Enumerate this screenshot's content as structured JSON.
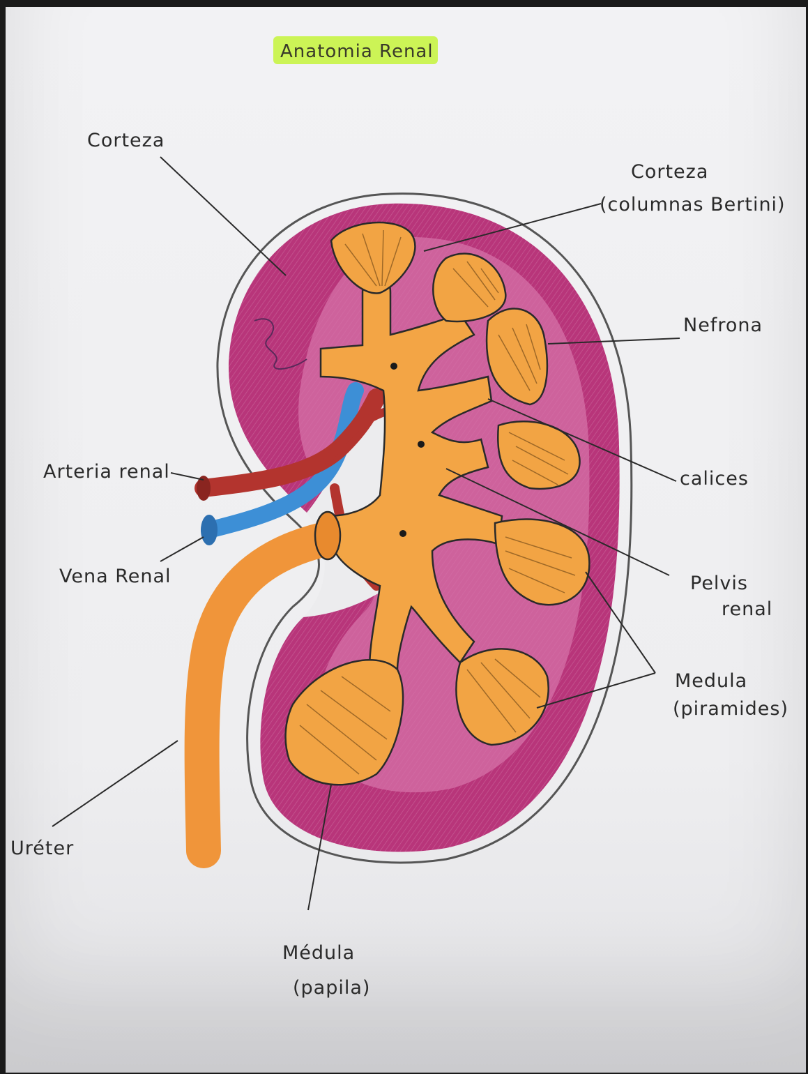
{
  "title": "Anatomia Renal",
  "colors": {
    "cortex": "#b8357a",
    "cortex_light": "#d672a8",
    "medulla": "#f2a444",
    "pelvis": "#f3a545",
    "ureter": "#f0953a",
    "artery": "#b3342e",
    "vein": "#3d8fd6",
    "highlight": "#c6f53a",
    "ink": "#2a2a2a"
  },
  "labels": {
    "corteza": "Corteza",
    "corteza_columnas_1": "Corteza",
    "corteza_columnas_2": "(columnas Bertini)",
    "nefrona": "Nefrona",
    "arteria_renal": "Arteria renal",
    "vena_renal": "Vena Renal",
    "calices": "calices",
    "pelvis_renal_1": "Pelvis",
    "pelvis_renal_2": "renal",
    "medula_piramides_1": "Medula",
    "medula_piramides_2": "(piramides)",
    "ureter": "Uréter",
    "medula_papila_1": "Médula",
    "medula_papila_2": "(papila)"
  }
}
